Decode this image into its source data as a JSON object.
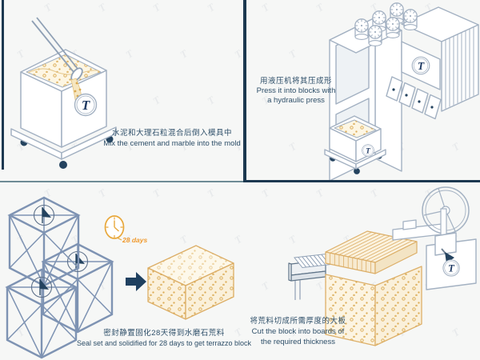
{
  "colors": {
    "divider_navy": "#1c3850",
    "line_steel": "#a3b1c2",
    "crate_blue": "#7e93b3",
    "logo_navy": "#1f3a63",
    "caption_navy": "#2e4f69",
    "aggregate_orange": "#d9a84f",
    "block_outline": "#dcae67",
    "clock_orange": "#e8a83c"
  },
  "logo": {
    "letter": "T"
  },
  "watermark": {
    "glyph": "T"
  },
  "panels": {
    "mix": {
      "caption_cn": "水泥和大理石粒混合后倒入模具中",
      "caption_en": "Mix the cement and marble into the mold"
    },
    "press": {
      "caption_cn": "用液压机将其压成形",
      "caption_en_line1": "Press it into blocks with",
      "caption_en_line2": "a hydraulic press"
    },
    "cure": {
      "caption_cn": "密封静置固化28天得到水磨石荒料",
      "caption_en": "Seal set and solidified for 28 days to get terrazzo block",
      "clock_label": "28 days"
    },
    "cut": {
      "caption_cn": "将荒料切成所需厚度的大板",
      "caption_en_line1": "Cut the block into boards of",
      "caption_en_line2": "the required thickness"
    }
  }
}
